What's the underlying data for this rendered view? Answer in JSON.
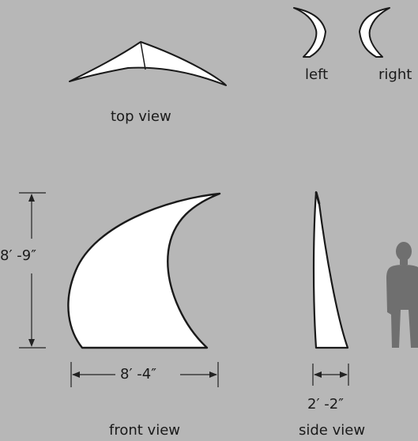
{
  "colors": {
    "background": "#b7b7b7",
    "shape_fill": "#ffffff",
    "outline": "#1a1a1a",
    "dimension_line": "#222222",
    "silhouette": "#6f6f6f"
  },
  "views": {
    "top": "top view",
    "left": "left",
    "right": "right",
    "front": "front view",
    "side": "side view"
  },
  "dimensions": {
    "height": "8′ -9″",
    "width": "8′ -4″",
    "depth": "2′ -2″"
  },
  "icons": {
    "human_scale": "person-silhouette-icon"
  }
}
